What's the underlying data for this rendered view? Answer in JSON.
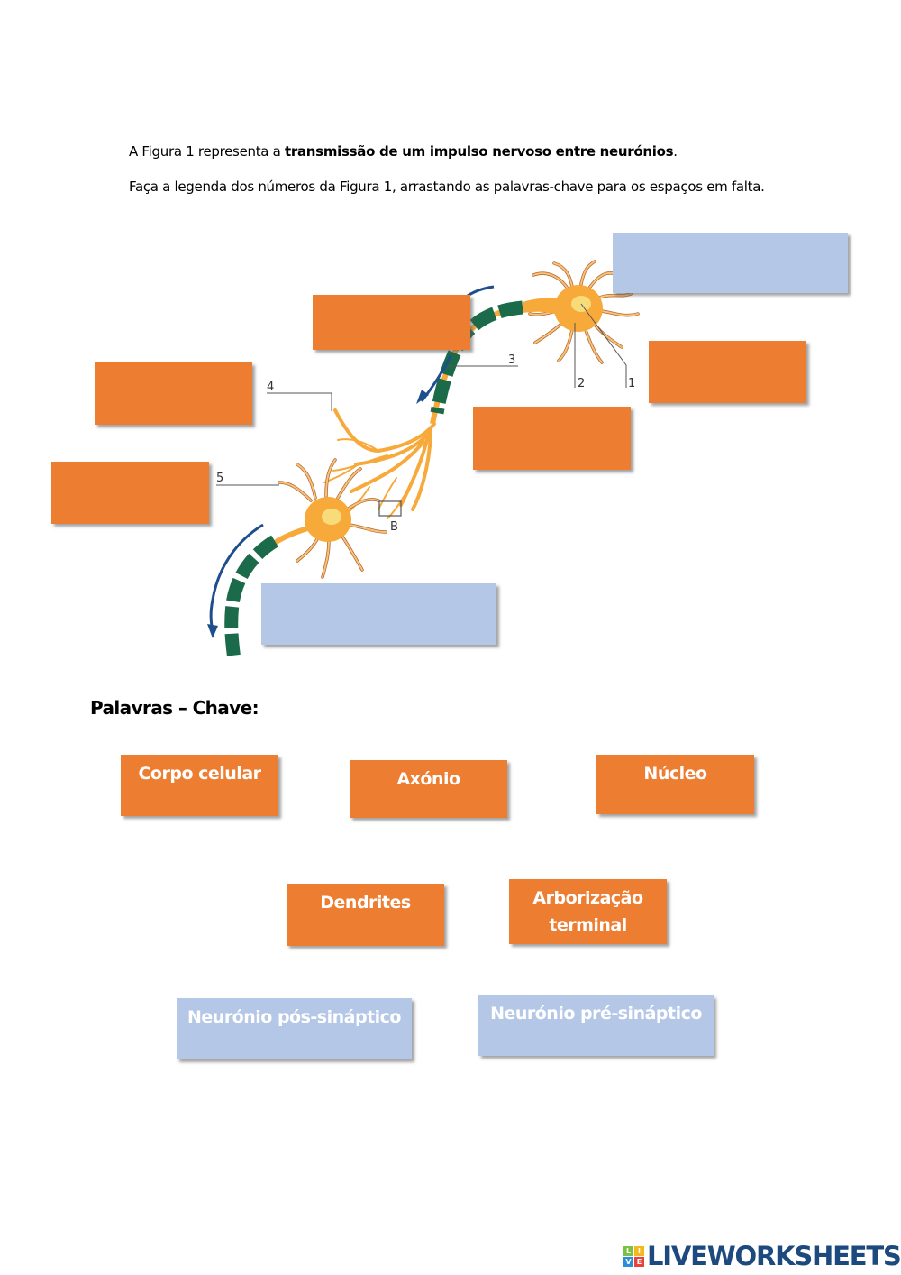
{
  "instructions": {
    "line1_prefix": "A Figura 1 representa a ",
    "line1_bold": "transmissão de um impulso nervoso entre neurónios",
    "line1_suffix": ".",
    "line2": "Faça a legenda dos números da Figura 1, arrastando as palavras-chave para os espaços em falta."
  },
  "figure": {
    "labels": [
      "1",
      "2",
      "3",
      "4",
      "5",
      "B"
    ],
    "drop_zones": [
      {
        "id": "neuron-top",
        "color": "blue"
      },
      {
        "id": "label-3",
        "color": "orange"
      },
      {
        "id": "label-1",
        "color": "orange"
      },
      {
        "id": "label-2",
        "color": "orange"
      },
      {
        "id": "label-4",
        "color": "orange"
      },
      {
        "id": "label-5",
        "color": "orange"
      },
      {
        "id": "neuron-bottom",
        "color": "blue"
      }
    ],
    "colors": {
      "cell_body": "#f7a93a",
      "nucleus": "#f8dc7a",
      "myelin": "#1b6b4a",
      "node": "#e6c26a",
      "arrow": "#1f4e8c",
      "dendrite_outline": "#b5652e"
    }
  },
  "keywords": {
    "heading": "Palavras – Chave:",
    "chips": [
      {
        "label": "Corpo celular",
        "color": "orange"
      },
      {
        "label": "Axónio",
        "color": "orange"
      },
      {
        "label": "Núcleo",
        "color": "orange"
      },
      {
        "label": "Dendrites",
        "color": "orange"
      },
      {
        "label": "Arborização terminal",
        "color": "orange"
      },
      {
        "label": "Neurónio pós-sináptico",
        "color": "blue"
      },
      {
        "label": "Neurónio pré-sináptico",
        "color": "blue"
      }
    ]
  },
  "colors": {
    "orange": "#ed7d31",
    "blue": "#b4c7e7",
    "logo_blue": "#1c4a7e"
  },
  "footer": {
    "logo_letters": [
      "L",
      "I",
      "V",
      "E"
    ],
    "logo_text": "LIVEWORKSHEETS"
  }
}
